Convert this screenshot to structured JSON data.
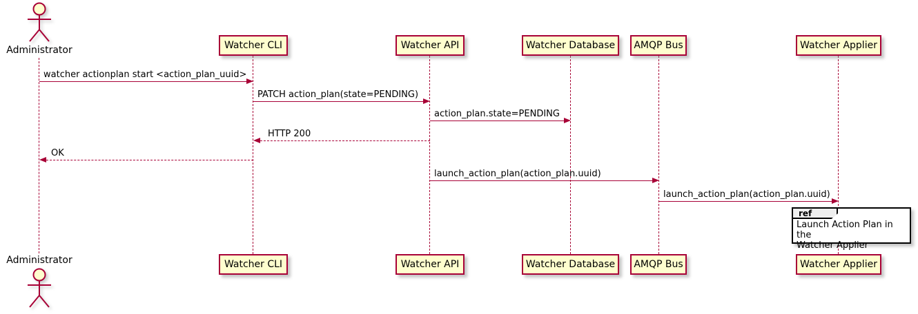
{
  "diagram_type": "uml-sequence",
  "colors": {
    "line": "#A80036",
    "participant_fill": "#FEFECE",
    "ref_header_fill": "#EEEEEE",
    "text": "#000000",
    "background": "#FFFFFF"
  },
  "actor": {
    "label": "Administrator"
  },
  "participants": [
    {
      "label": "Watcher CLI"
    },
    {
      "label": "Watcher API"
    },
    {
      "label": "Watcher Database"
    },
    {
      "label": "AMQP Bus"
    },
    {
      "label": "Watcher Applier"
    }
  ],
  "messages": [
    {
      "label": "watcher actionplan start <action_plan_uuid>",
      "from": "Administrator",
      "to": "Watcher CLI",
      "style": "solid"
    },
    {
      "label": "PATCH action_plan(state=PENDING)",
      "from": "Watcher CLI",
      "to": "Watcher API",
      "style": "solid"
    },
    {
      "label": "action_plan.state=PENDING",
      "from": "Watcher API",
      "to": "Watcher Database",
      "style": "solid"
    },
    {
      "label": "HTTP 200",
      "from": "Watcher API",
      "to": "Watcher CLI",
      "style": "dashed"
    },
    {
      "label": "OK",
      "from": "Watcher CLI",
      "to": "Administrator",
      "style": "dashed"
    },
    {
      "label": "launch_action_plan(action_plan.uuid)",
      "from": "Watcher API",
      "to": "AMQP Bus",
      "style": "solid"
    },
    {
      "label": "launch_action_plan(action_plan.uuid)",
      "from": "AMQP Bus",
      "to": "Watcher Applier",
      "style": "solid"
    }
  ],
  "ref": {
    "keyword": "ref",
    "over": "Watcher Applier",
    "text": "Launch Action Plan in the\nWatcher Applier"
  }
}
